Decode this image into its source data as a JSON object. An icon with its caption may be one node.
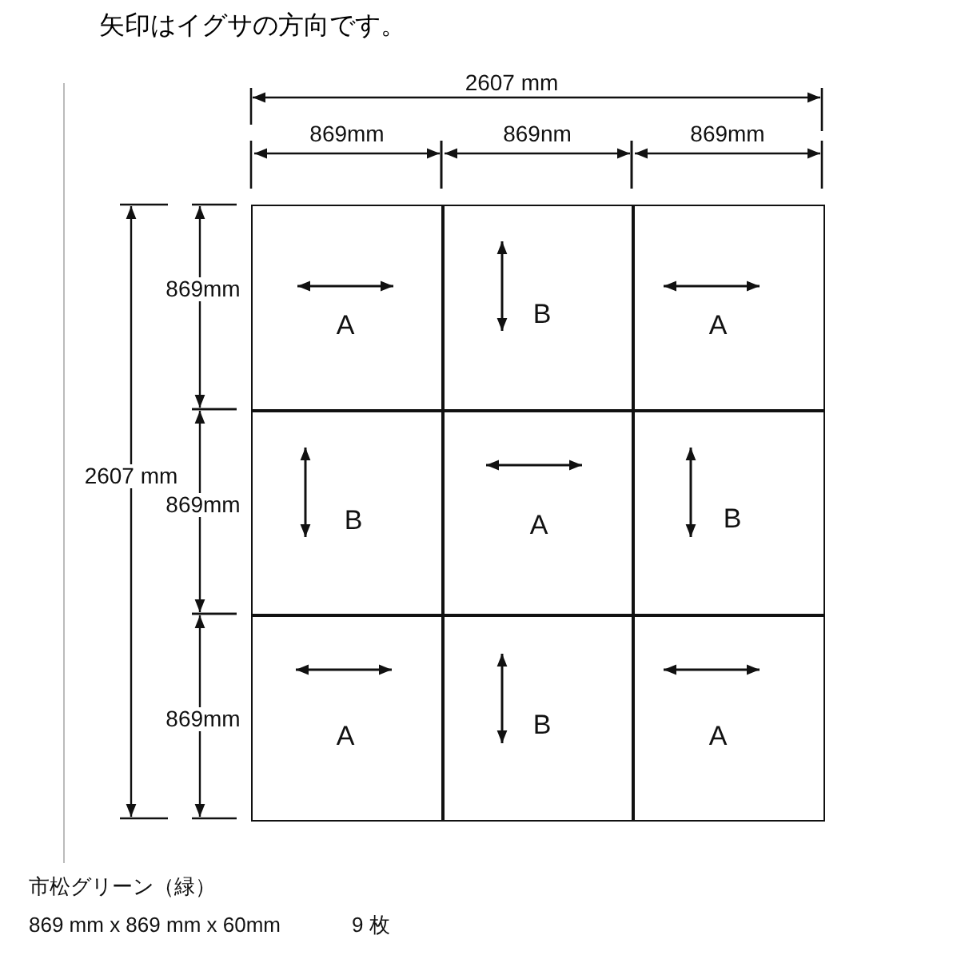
{
  "diagram": {
    "title": "矢印はイグサの方向です。",
    "nodes": [
      {
        "text": [
          "A"
        ]
      },
      {
        "text": [
          "B"
        ]
      },
      {
        "text": [
          "A"
        ]
      },
      {
        "text": [
          "B"
        ]
      },
      {
        "text": [
          "A"
        ]
      },
      {
        "text": [
          "B"
        ]
      },
      {
        "text": [
          "A"
        ]
      },
      {
        "text": [
          "B"
        ]
      },
      {
        "text": [
          "A"
        ]
      }
    ],
    "edges": [],
    "labels": [
      "2607 mm",
      "869mm",
      "869nm",
      "869mm",
      "869mm",
      "2607 mm",
      "869mm",
      "869mm",
      "市松グリーン（緑）",
      "869 mm x 869 mm x 60mm",
      "9 枚"
    ]
  }
}
